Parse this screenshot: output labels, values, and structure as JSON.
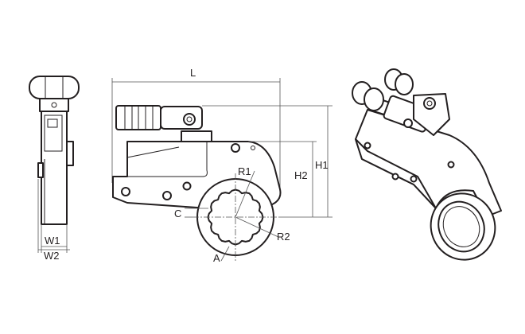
{
  "labels": {
    "length": "L",
    "height1": "H1",
    "height2": "H2",
    "radius1": "R1",
    "radius2": "R2",
    "clearance": "C",
    "across_flats": "A",
    "width1": "W1",
    "width2": "W2"
  },
  "colors": {
    "line": "#231f20",
    "dimension": "#555555"
  }
}
